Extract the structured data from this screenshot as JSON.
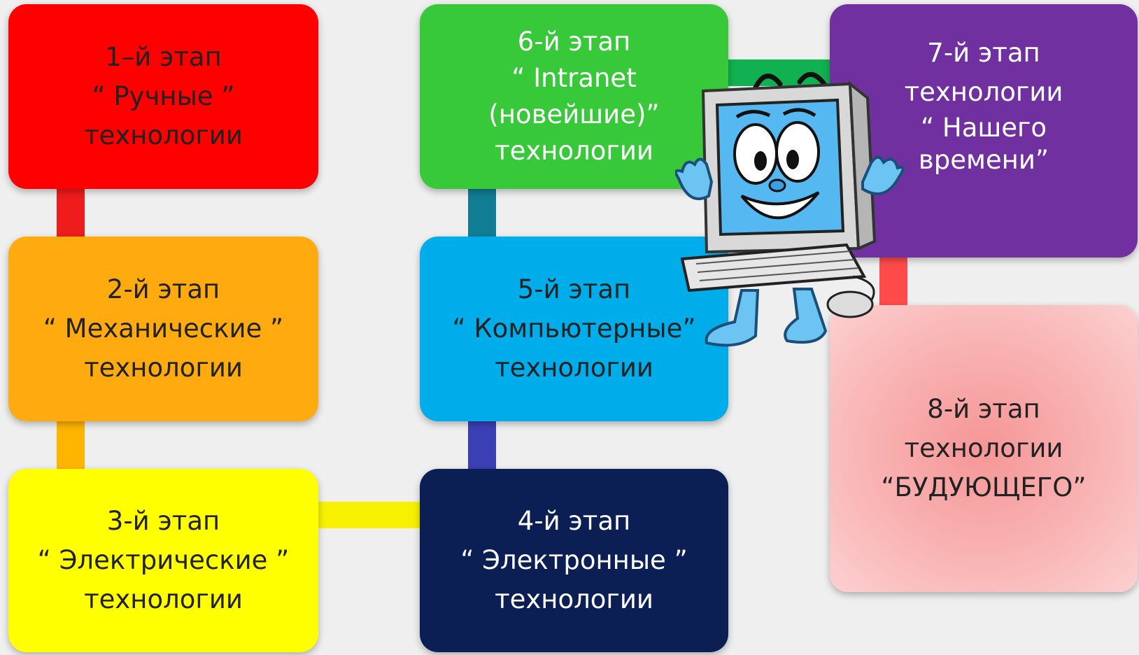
{
  "stages": [
    {
      "id": "s1",
      "lines": [
        "1–й этап",
        "“ Ручные ”",
        "технологии"
      ],
      "color": "#ff0000",
      "text_color": "#222222"
    },
    {
      "id": "s2",
      "lines": [
        "2-й этап",
        "“ Механические ”",
        "технологии"
      ],
      "color": "#ffab10",
      "text_color": "#222222"
    },
    {
      "id": "s3",
      "lines": [
        "3-й этап",
        "“ Электрические ”",
        "технологии"
      ],
      "color": "#ffff00",
      "text_color": "#222222"
    },
    {
      "id": "s4",
      "lines": [
        "4-й этап",
        "“ Электронные ”",
        "технологии"
      ],
      "color": "#0b1f55",
      "text_color": "#ffffff"
    },
    {
      "id": "s5",
      "lines": [
        "5-й этап",
        "“ Компьютерные”",
        "технологии"
      ],
      "color": "#00adeb",
      "text_color": "#222222"
    },
    {
      "id": "s6",
      "lines": [
        "6-й этап",
        "“ Intranet",
        "(новейшие)”",
        "технологии"
      ],
      "color": "#38c93a",
      "text_color": "#ffffff"
    },
    {
      "id": "s7",
      "lines": [
        "7-й этап",
        "технологии",
        "“ Нашего",
        "времени”"
      ],
      "color": "#7030a0",
      "text_color": "#ffffff"
    },
    {
      "id": "s8",
      "lines": [
        "8-й этап",
        "технологии",
        "“БУДУЮЩЕГО”"
      ],
      "color": "#fbbcbc",
      "text_color": "#222222"
    }
  ],
  "connector_colors": {
    "c12": "#ee1c1c",
    "c23": "#ffb400",
    "c34": "#f7f000",
    "c45": "#3b3fb5",
    "c56": "#117d94",
    "c67": "#11b050",
    "c78": "#ff4a4a"
  },
  "mascot": {
    "icon": "computer-mascot-icon"
  }
}
